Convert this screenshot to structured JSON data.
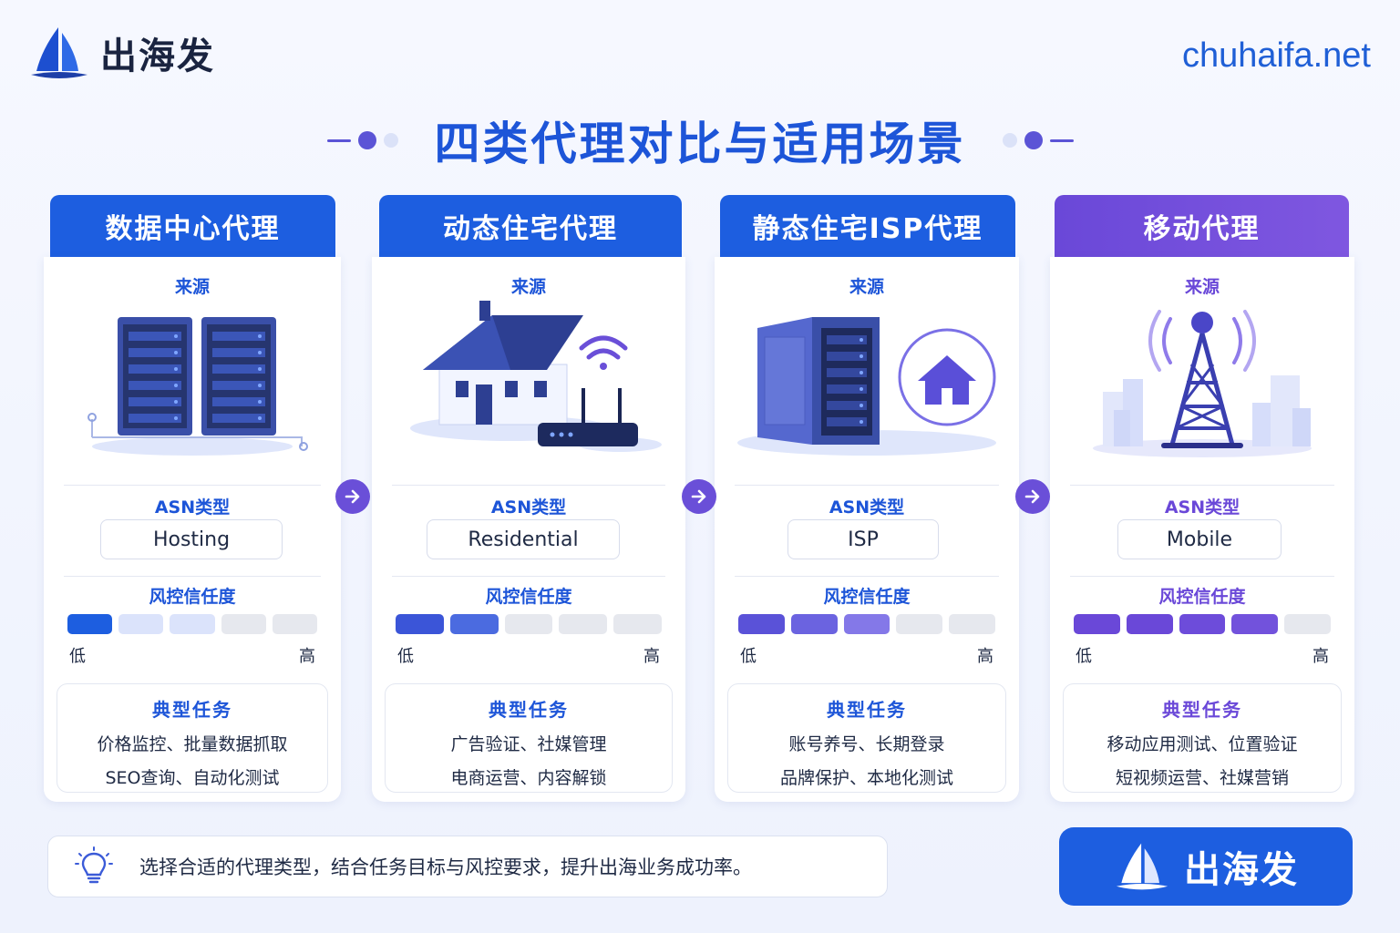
{
  "header": {
    "brand": "出海发",
    "site": "chuhaifa.net",
    "title": "四类代理对比与适用场景"
  },
  "labels": {
    "source": "来源",
    "asn": "ASN类型",
    "trust": "风控信任度",
    "low": "低",
    "high": "高",
    "tasks": "典型任务"
  },
  "cards": [
    {
      "title": "数据中心代理",
      "asn": "Hosting",
      "trust_level": 1,
      "task_lines": [
        "价格监控、批量数据抓取",
        "SEO查询、自动化测试"
      ]
    },
    {
      "title": "动态住宅代理",
      "asn": "Residential",
      "trust_level": 2,
      "task_lines": [
        "广告验证、社媒管理",
        "电商运营、内容解锁"
      ]
    },
    {
      "title": "静态住宅ISP代理",
      "asn": "ISP",
      "trust_level": 3,
      "task_lines": [
        "账号养号、长期登录",
        "品牌保护、本地化测试"
      ]
    },
    {
      "title": "移动代理",
      "asn": "Mobile",
      "trust_level": 4,
      "task_lines": [
        "移动应用测试、位置验证",
        "短视频运营、社媒营销"
      ]
    }
  ],
  "footer": {
    "tip": "选择合适的代理类型，结合任务目标与风控要求，提升出海业务成功率。",
    "cta": "出海发"
  },
  "icons": {
    "logo": "sailboat-logo-icon",
    "tip": "lightbulb-icon",
    "arrow": "arrow-right-icon"
  },
  "colors": {
    "primary": "#1d5ee0",
    "purple": "#6a48d8",
    "segment_empty": "#e6e8ee"
  }
}
